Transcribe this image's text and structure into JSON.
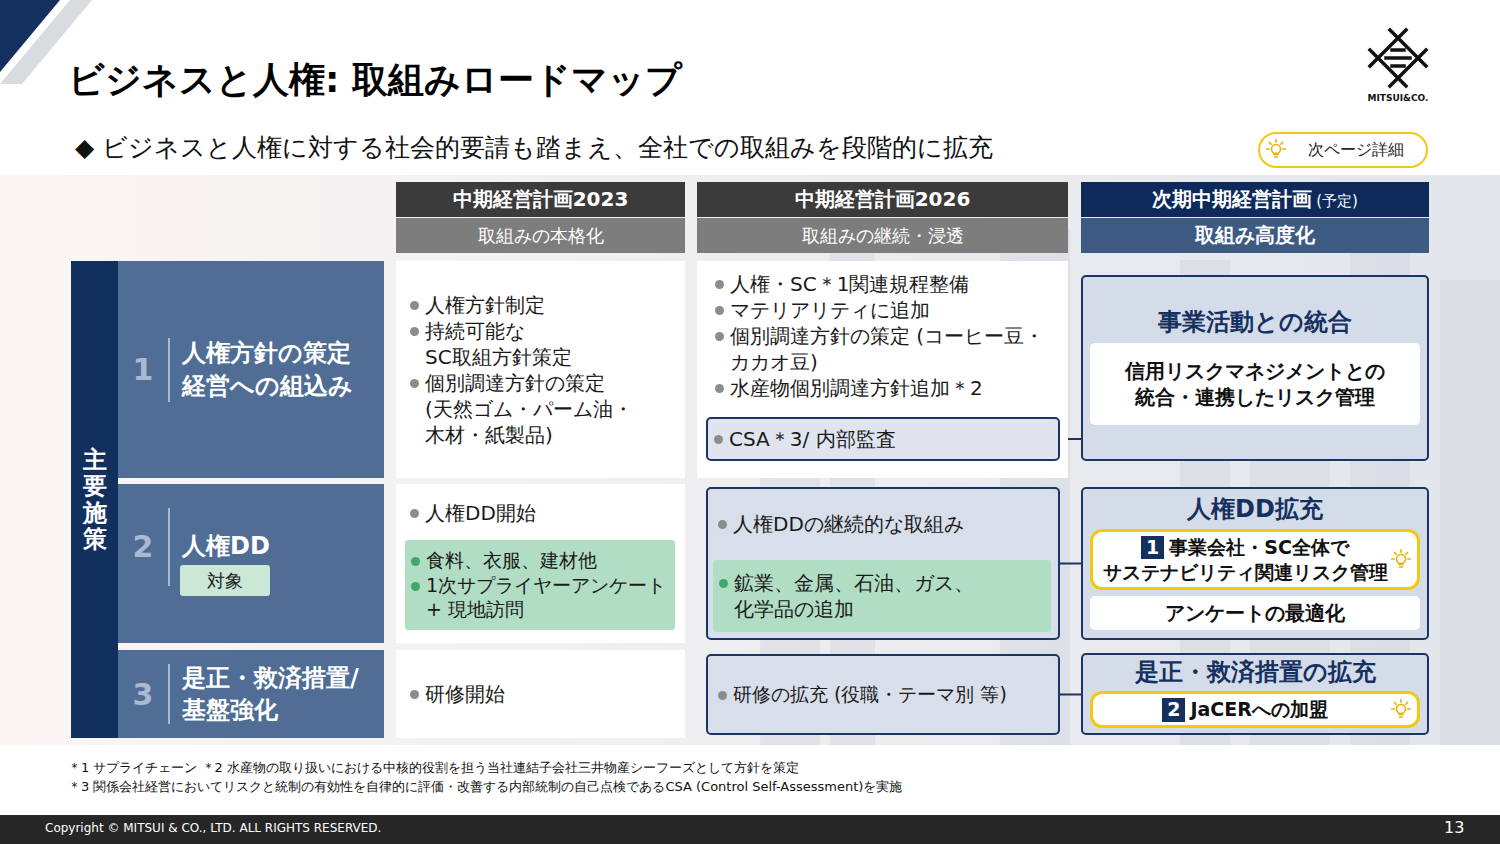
{
  "diagram": {
    "title": "ビジネスと人権: 取組みロードマップ",
    "nodes": [
      {
        "text": [
          "次ページ詳細"
        ]
      },
      {
        "text": [
          "中期経営計画2023"
        ]
      },
      {
        "text": [
          "取組みの本格化"
        ]
      },
      {
        "text": [
          "中期経営計画2026"
        ]
      },
      {
        "text": [
          "取組みの継続・浸透"
        ]
      },
      {
        "text": [
          "次期中期経営計画",
          "(予定)"
        ]
      },
      {
        "text": [
          "取組み高度化"
        ]
      },
      {
        "text": [
          "主要施策"
        ]
      },
      {
        "text": [
          "1",
          "人権方針の策定 経営への組込み"
        ]
      },
      {
        "text": [
          "人権方針制定",
          "持続可能な SC取組方針策定",
          "個別調達方針の策定 (天然ゴム・パーム油・木材・紙製品)"
        ]
      },
      {
        "text": [
          "人権・SC＊1関連規程整備",
          "マテリアリティに追加",
          "個別調達方針の策定 (コーヒー豆・カカオ豆)",
          "水産物個別調達方針追加＊2"
        ]
      },
      {
        "text": [
          "CSA＊3/ 内部監査"
        ],
        "in": 10
      },
      {
        "text": [
          "事業活動との統合"
        ]
      },
      {
        "text": [
          "信用リスクマネジメントとの 統合・連携したリスク管理"
        ],
        "in": 12
      },
      {
        "text": [
          "2",
          "人権DD"
        ]
      },
      {
        "text": [
          "対象"
        ],
        "in": 14
      },
      {
        "text": [
          "人権DD開始"
        ]
      },
      {
        "text": [
          "食料、衣服、建材他",
          "1次サプライヤーアンケート + 現地訪問"
        ],
        "in": 16
      },
      {
        "text": [
          "人権DDの継続的な取組み"
        ]
      },
      {
        "text": [
          "鉱業、金属、石油、ガス、 化学品の追加"
        ],
        "in": 18
      },
      {
        "text": [
          "人権DD拡充"
        ]
      },
      {
        "text": [
          "1",
          "事業会社・SC全体で サステナビリティ関連リスク管理"
        ],
        "in": 20
      },
      {
        "text": [
          "アンケートの最適化"
        ],
        "in": 20
      },
      {
        "text": [
          "3",
          "是正・救済措置/ 基盤強化"
        ]
      },
      {
        "text": [
          "研修開始"
        ]
      },
      {
        "text": [
          "研修の拡充 (役職・テーマ別 等)"
        ]
      },
      {
        "text": [
          "是正・救済措置の拡充"
        ]
      },
      {
        "text": [
          "2",
          "JaCERへの加盟"
        ],
        "in": 26
      }
    ],
    "edges": [
      {
        "from": 11,
        "to": 12,
        "arrow": "none"
      },
      {
        "from": 18,
        "to": 20,
        "arrow": "none"
      },
      {
        "from": 25,
        "to": 26,
        "arrow": "none"
      }
    ],
    "labels": [
      "◆ ビジネスと人権に対する社会的要請も踏まえ、全社での取組みを段階的に拡充",
      "＊1 サプライチェーン ＊2 水産物の取り扱いにおける中核的役割を担う当社連結子会社三井物産シーフーズとして方針を策定",
      "＊3 関係会社経営においてリスクと統制の有効性を自律的に評価・改善する内部統制の自己点検であるCSA (Control Self-Assessment)を実施",
      "MITSUI&CO.",
      "Copyright © MITSUI & CO., LTD. ALL RIGHTS RESERVED.",
      "13"
    ]
  }
}
